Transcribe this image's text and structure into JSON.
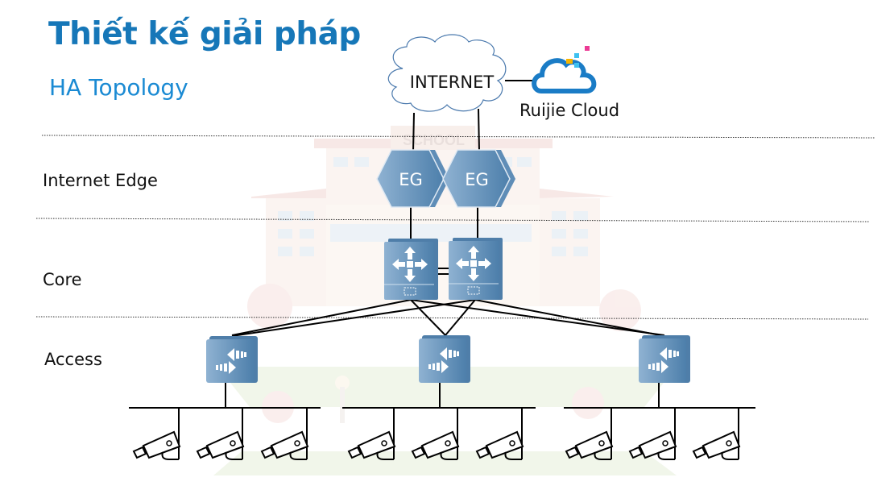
{
  "header": {
    "title": "Thiết kế giải pháp",
    "subtitle": "HA Topology"
  },
  "layers": [
    {
      "label": "Internet Edge"
    },
    {
      "label": "Core"
    },
    {
      "label": "Access"
    }
  ],
  "internet": {
    "label": "INTERNET"
  },
  "cloud": {
    "label": "Ruijie Cloud",
    "icon": "cloud-icon",
    "color": "#1a7cc6"
  },
  "background": {
    "sign": "SCHOOL"
  },
  "edge_devices": [
    {
      "label": "EG"
    },
    {
      "label": "EG"
    }
  ],
  "core_switch_count": 2,
  "access_switch_count": 3,
  "cameras_per_switch": 3,
  "colors": {
    "title": "#1677b8",
    "device": "#5b8cb8",
    "line": "#000000"
  }
}
